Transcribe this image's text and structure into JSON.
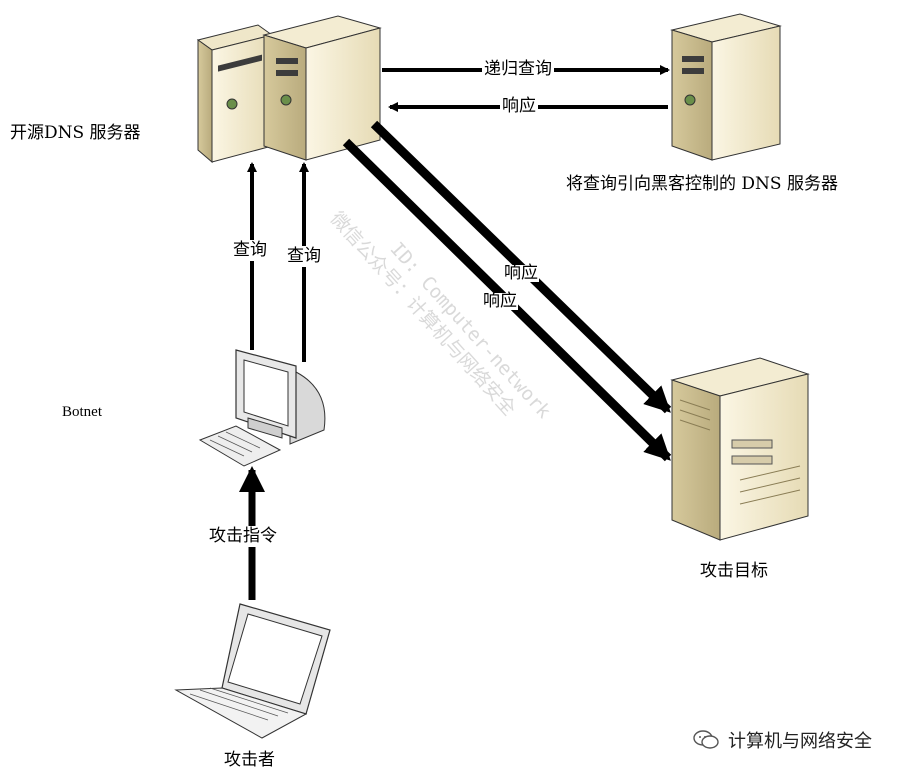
{
  "nodes": {
    "open_dns": "开源DNS 服务器",
    "hacker_dns": "将查询引向黑客控制的 DNS 服务器",
    "botnet": "Botnet",
    "target": "攻击目标",
    "attacker": "攻击者"
  },
  "edges": {
    "recursive_query": "递归查询",
    "response_back": "响应",
    "query_1": "查询",
    "query_2": "查询",
    "attack_response_1": "响应",
    "attack_response_2": "响应",
    "attack_command": "攻击指令"
  },
  "watermark": {
    "line1": "微信公众号：计算机与网络安全",
    "line2": "ID: Computer-network"
  },
  "footer": {
    "brand": "计算机与网络安全"
  },
  "colors": {
    "server_body": "#f1ead0",
    "server_shadow": "#c9bd93",
    "arrow": "#000000"
  }
}
